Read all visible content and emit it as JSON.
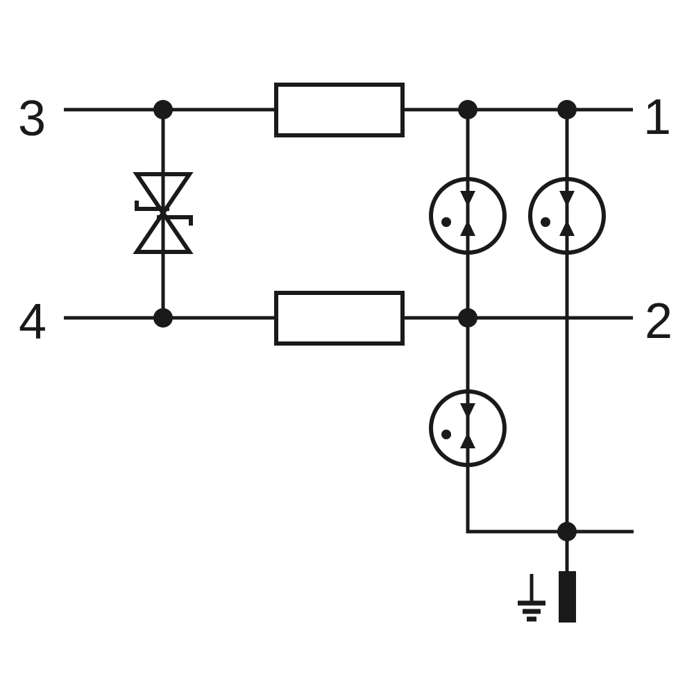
{
  "colors": {
    "ink": "#1a1a1a",
    "background": "#ffffff"
  },
  "terminals": {
    "t3": "3",
    "t4": "4",
    "t1": "1",
    "t2": "2"
  },
  "components": {
    "resistor_count": 2,
    "gas_discharge_arrester_count": 3,
    "suppressor_diode_count": 1,
    "earth_ground_symbol_count": 1,
    "pe_terminal_pin_count": 1
  }
}
